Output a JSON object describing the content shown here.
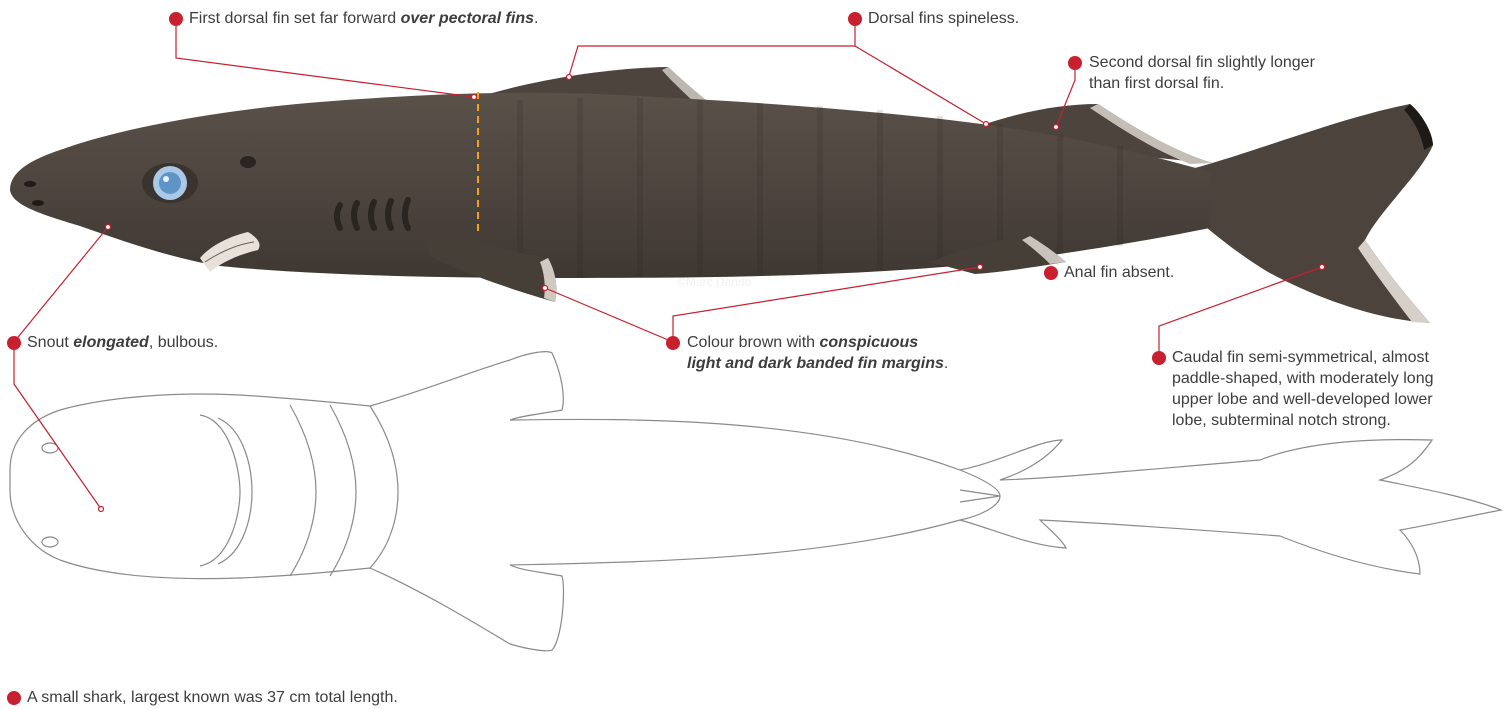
{
  "accent_color": "#c8202f",
  "body_color": "#4e463f",
  "credit": "©Marc Dando",
  "annotations": {
    "first_dorsal": {
      "pre": "First dorsal fin set far forward ",
      "em": "over pectoral fins",
      "post": "."
    },
    "dorsal_spineless": {
      "text": "Dorsal fins spineless."
    },
    "second_dorsal": {
      "line1": "Second dorsal fin slightly longer",
      "line2": "than first dorsal fin."
    },
    "anal_fin": {
      "text": "Anal fin absent."
    },
    "snout": {
      "pre": "Snout ",
      "em": "elongated",
      "post": ", bulbous."
    },
    "colour": {
      "pre": "Colour brown with ",
      "em1": "conspicuous",
      "em2": "light and dark banded fin margins",
      "post": "."
    },
    "caudal": {
      "line1": "Caudal fin semi-symmetrical, almost",
      "line2": "paddle-shaped, with moderately long",
      "line3": "upper lobe and well-developed lower",
      "line4": "lobe, subterminal notch strong."
    },
    "size": {
      "text": "A small shark, largest known was 37 cm total length."
    }
  }
}
